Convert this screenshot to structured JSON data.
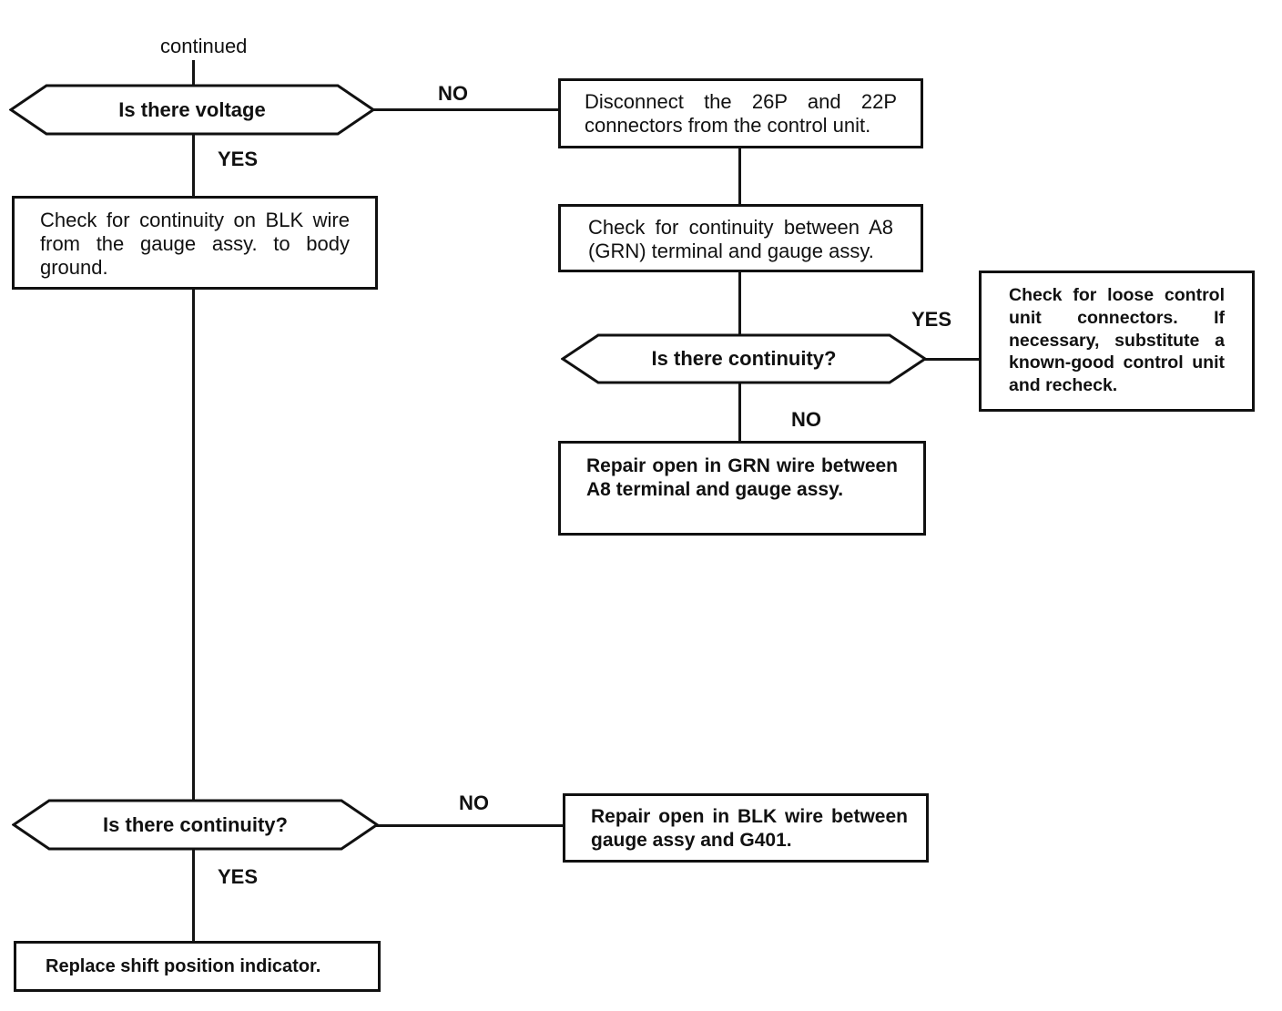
{
  "flow": {
    "continued_label": "continued",
    "decision_voltage": {
      "question": "Is there voltage",
      "yes_label": "YES",
      "no_label": "NO"
    },
    "box_disconnect": "Disconnect the 26P and 22P connectors from the control unit.",
    "box_check_blk": "Check for continuity on BLK wire from the gauge assy. to body ground.",
    "box_check_a8": "Check for continuity between A8 (GRN) terminal and gauge assy.",
    "decision_continuity_a8": {
      "question": "Is there continuity?",
      "yes_label": "YES",
      "no_label": "NO"
    },
    "box_loose_connectors": "Check for loose control unit connectors. If necessary, substitute a known-good control unit and recheck.",
    "box_repair_grn": "Repair open in GRN wire between A8 terminal and gauge assy.",
    "decision_continuity_blk": {
      "question": "Is there continuity?",
      "yes_label": "YES",
      "no_label": "NO"
    },
    "box_repair_blk": "Repair open in BLK wire between gauge assy and G401.",
    "box_replace_indicator": "Replace shift position indicator."
  },
  "colors": {
    "ink": "#111111",
    "background": "#ffffff"
  }
}
